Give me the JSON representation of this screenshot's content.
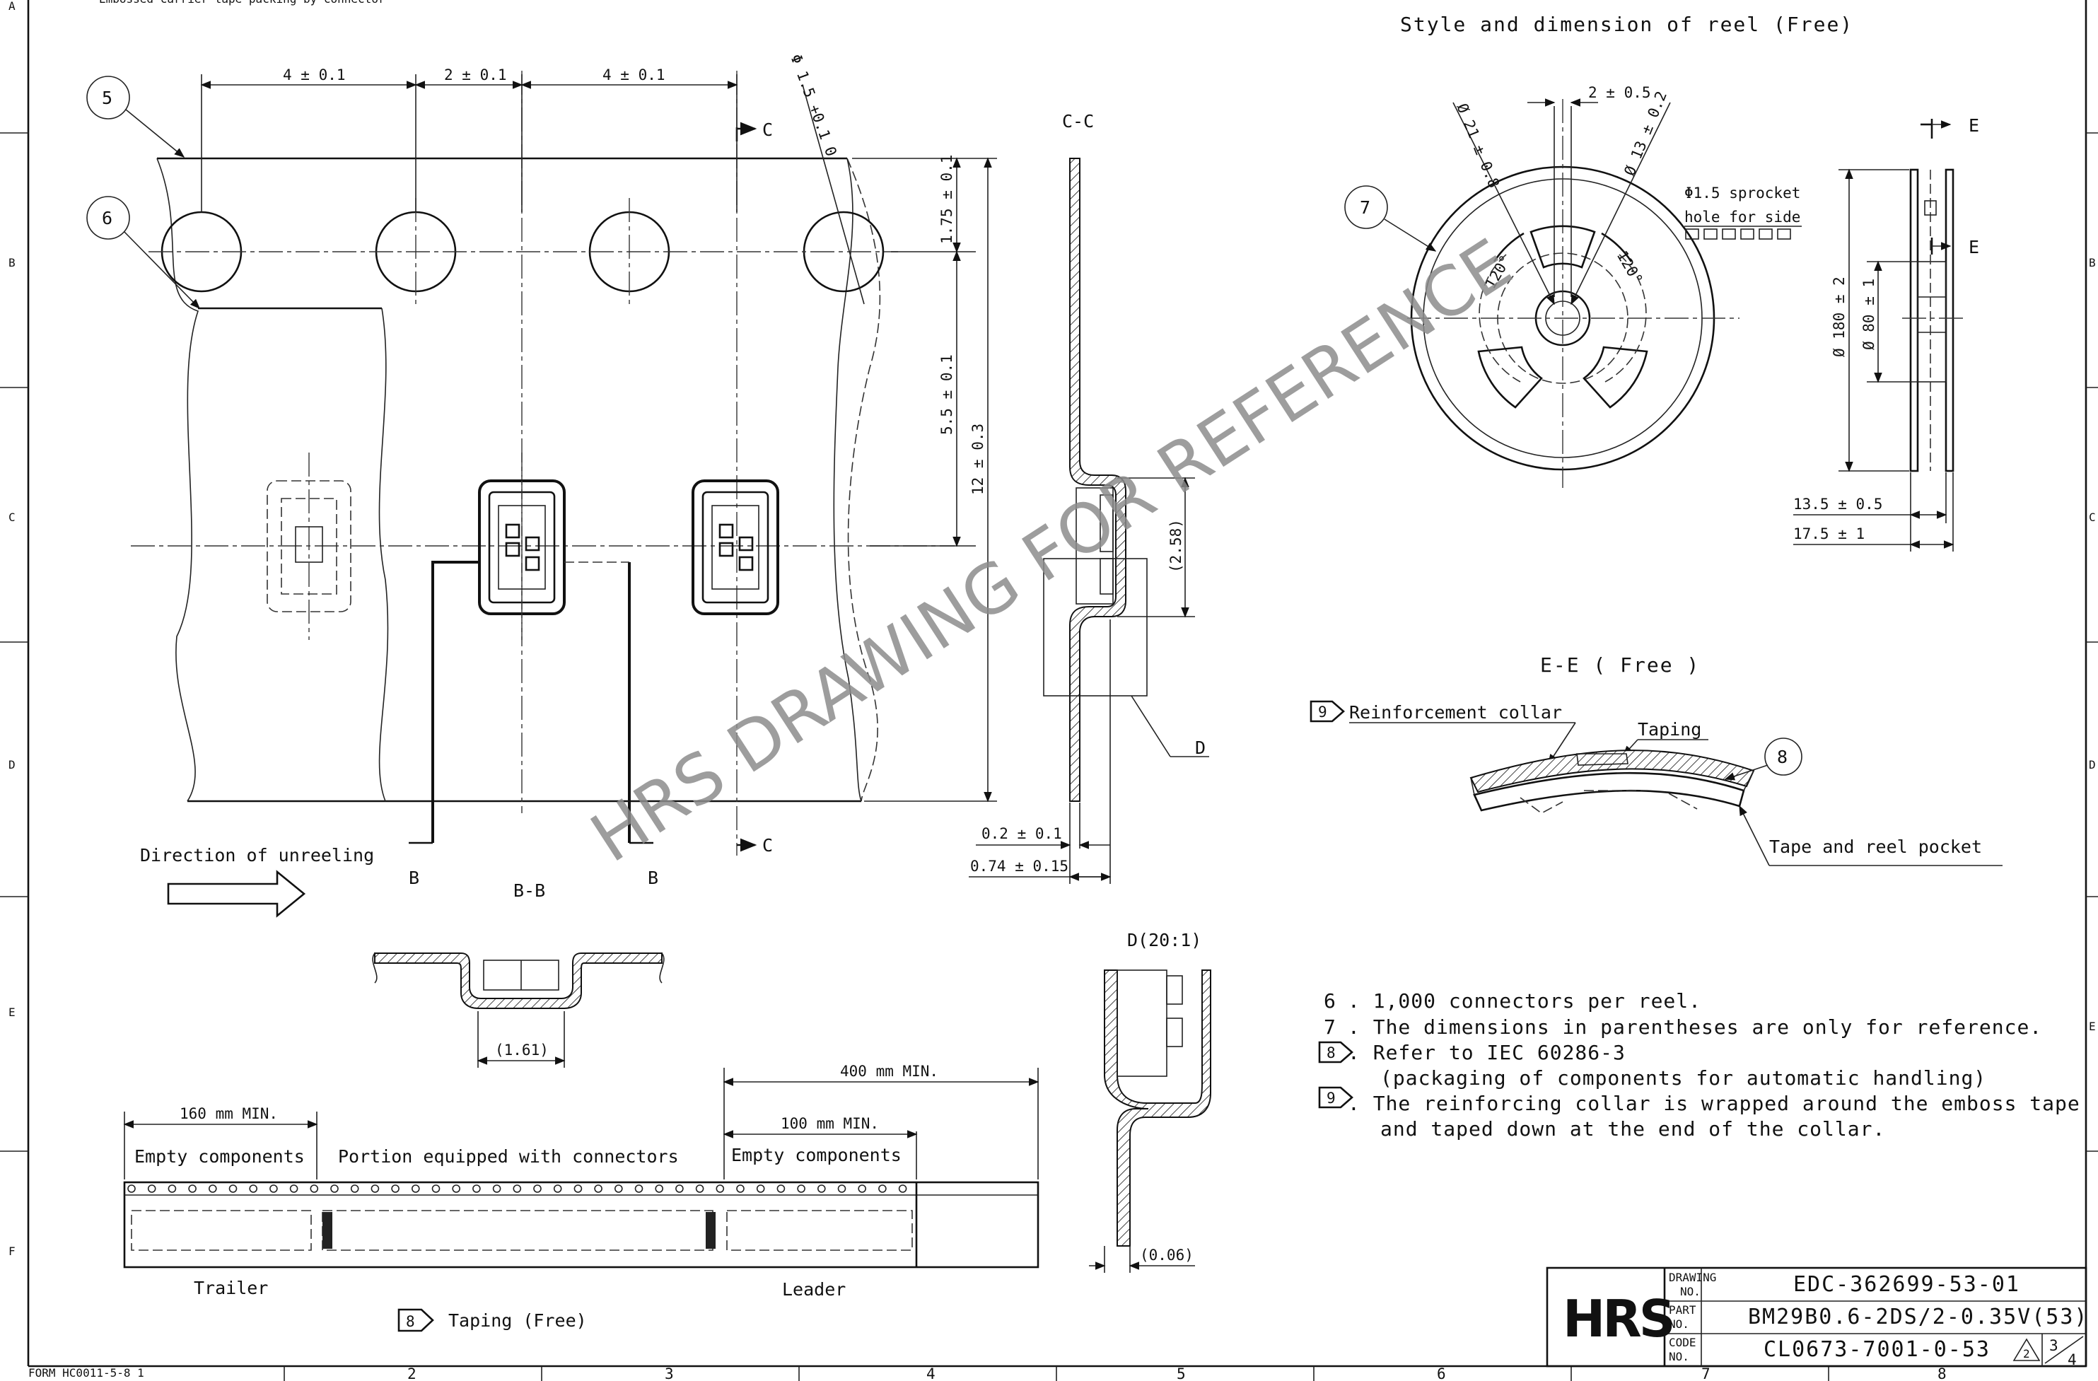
{
  "header_fragment": "Embossed carrier tape packing by connector",
  "reel": {
    "title": "Style and dimension of reel (Free)",
    "dim_hub": "2 ± 0.5",
    "dim_d21": "Ø 21 ± 0.8",
    "dim_d13": "Ø 13 ± 0.2",
    "sprocket_note_1": "Φ1.5 sprocket",
    "sprocket_note_2": "hole for side",
    "angle_left": "120°",
    "angle_right": "120°",
    "dim_d180": "Ø 180 ± 2",
    "dim_d80": "Ø 80 ± 1",
    "dim_13_5": "13.5 ± 0.5",
    "dim_17_5": "17.5 ± 1",
    "section_mark_top": "E",
    "section_mark_bottom": "E"
  },
  "tape": {
    "dim_pitch_left": "4 ± 0.1",
    "dim_pitch_mid": "2 ± 0.1",
    "dim_pitch_right": "4 ± 0.1",
    "dim_hole": "Φ 1.5 +0.1 0",
    "dim_1_75": "1.75 ± 0.1",
    "dim_5_5": "5.5 ± 0.1",
    "dim_12": "12 ± 0.3",
    "section_c_top": "C",
    "section_c_bottom": "C",
    "section_b_left": "B",
    "section_b_right": "B",
    "direction_label": "Direction of unreeling"
  },
  "section_cc": {
    "title": "C-C",
    "dim_2_58": "(2.58)",
    "detail_mark": "D",
    "dim_0_2": "0.2 ± 0.1",
    "dim_0_74": "0.74 ± 0.15"
  },
  "section_bb": {
    "title": "B-B",
    "dim_1_61": "(1.61)"
  },
  "detail_d": {
    "title": "D(20:1)",
    "dim_0_06": "(0.06)"
  },
  "section_ee": {
    "title": "E-E ( Free )",
    "reinforcement_label": "Reinforcement collar",
    "taping_label": "Taping",
    "pocket_label": "Tape and reel pocket"
  },
  "balloons": {
    "b5": "5",
    "b6": "6",
    "b7": "7",
    "b8": "8",
    "flag8_note": "8",
    "flag9_note": "9",
    "flag8_taping": "8",
    "flag9_ee": "9"
  },
  "notes": {
    "n6_num": "6",
    "n6_text": ". 1,000 connectors per reel.",
    "n7_num": "7",
    "n7_text": ". The dimensions in parentheses are only for reference.",
    "n8_text": ". Refer to IEC 60286-3",
    "n8_text2": "(packaging of components for automatic handling)",
    "n9_text": ". The reinforcing collar is wrapped around the emboss tape",
    "n9_text2": "and taped down at the end of the collar."
  },
  "taping": {
    "dim_160": "160 mm MIN.",
    "dim_400": "400 mm MIN.",
    "dim_100": "100 mm MIN.",
    "empty_left": "Empty components",
    "portion": "Portion equipped with connectors",
    "empty_right": "Empty components",
    "trailer": "Trailer",
    "leader": "Leader",
    "caption": "Taping (Free)"
  },
  "watermark": "HRS DRAWING FOR REFERENCE",
  "title_block": {
    "logo": "HRS",
    "drawing_no_label_1": "DRAWING",
    "drawing_no_label_2": "NO.",
    "drawing_no": "EDC-362699-53-01",
    "part_no_label_1": "PART",
    "part_no_label_2": "NO.",
    "part_no": "BM29B0.6-2DS/2-0.35V(53)",
    "code_no_label_1": "CODE",
    "code_no_label_2": "NO.",
    "code_no": "CL0673-7001-0-53",
    "revision": "2",
    "sheet_num": "3",
    "sheet_den": "4"
  },
  "frame": {
    "form_no": "FORM HC0011-5-8 1",
    "row_A": "A",
    "row_B": "B",
    "row_C": "C",
    "row_D": "D",
    "row_E": "E",
    "row_F": "F",
    "col_2": "2",
    "col_3": "3",
    "col_4": "4",
    "col_5": "5",
    "col_6": "6",
    "col_7": "7",
    "col_8": "8"
  }
}
